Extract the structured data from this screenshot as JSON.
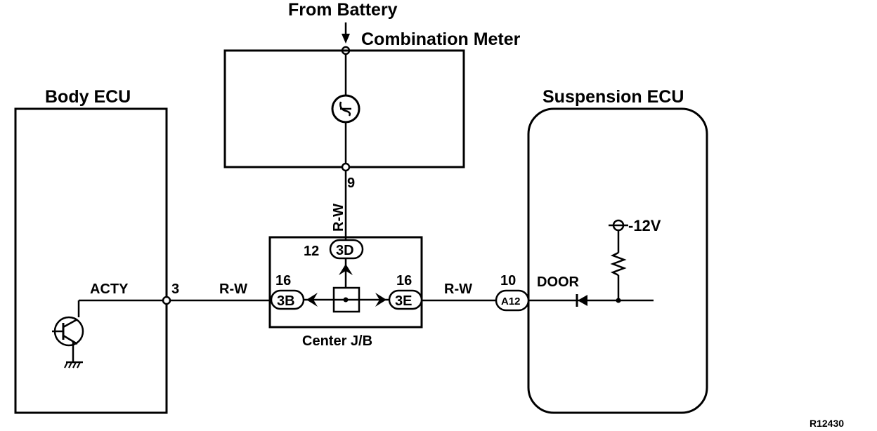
{
  "labels": {
    "from_battery": "From Battery",
    "combination_meter": "Combination Meter",
    "body_ecu": "Body ECU",
    "suspension_ecu": "Suspension ECU",
    "center_jb": "Center J/B",
    "acty": "ACTY",
    "door": "DOOR",
    "v12": "-12V",
    "figure_id": "R12430"
  },
  "wires": {
    "rw_vertical": "R-W",
    "rw_left": "R-W",
    "rw_right": "R-W"
  },
  "pins": {
    "body_ecu_pin": "3",
    "meter_pin": "9",
    "jb_top_pin": "12",
    "jb_left_pin": "16",
    "jb_right_pin": "16",
    "susp_pin": "10"
  },
  "connectors": {
    "jb_top": "3D",
    "jb_left": "3B",
    "jb_right": "3E",
    "susp": "A12"
  }
}
